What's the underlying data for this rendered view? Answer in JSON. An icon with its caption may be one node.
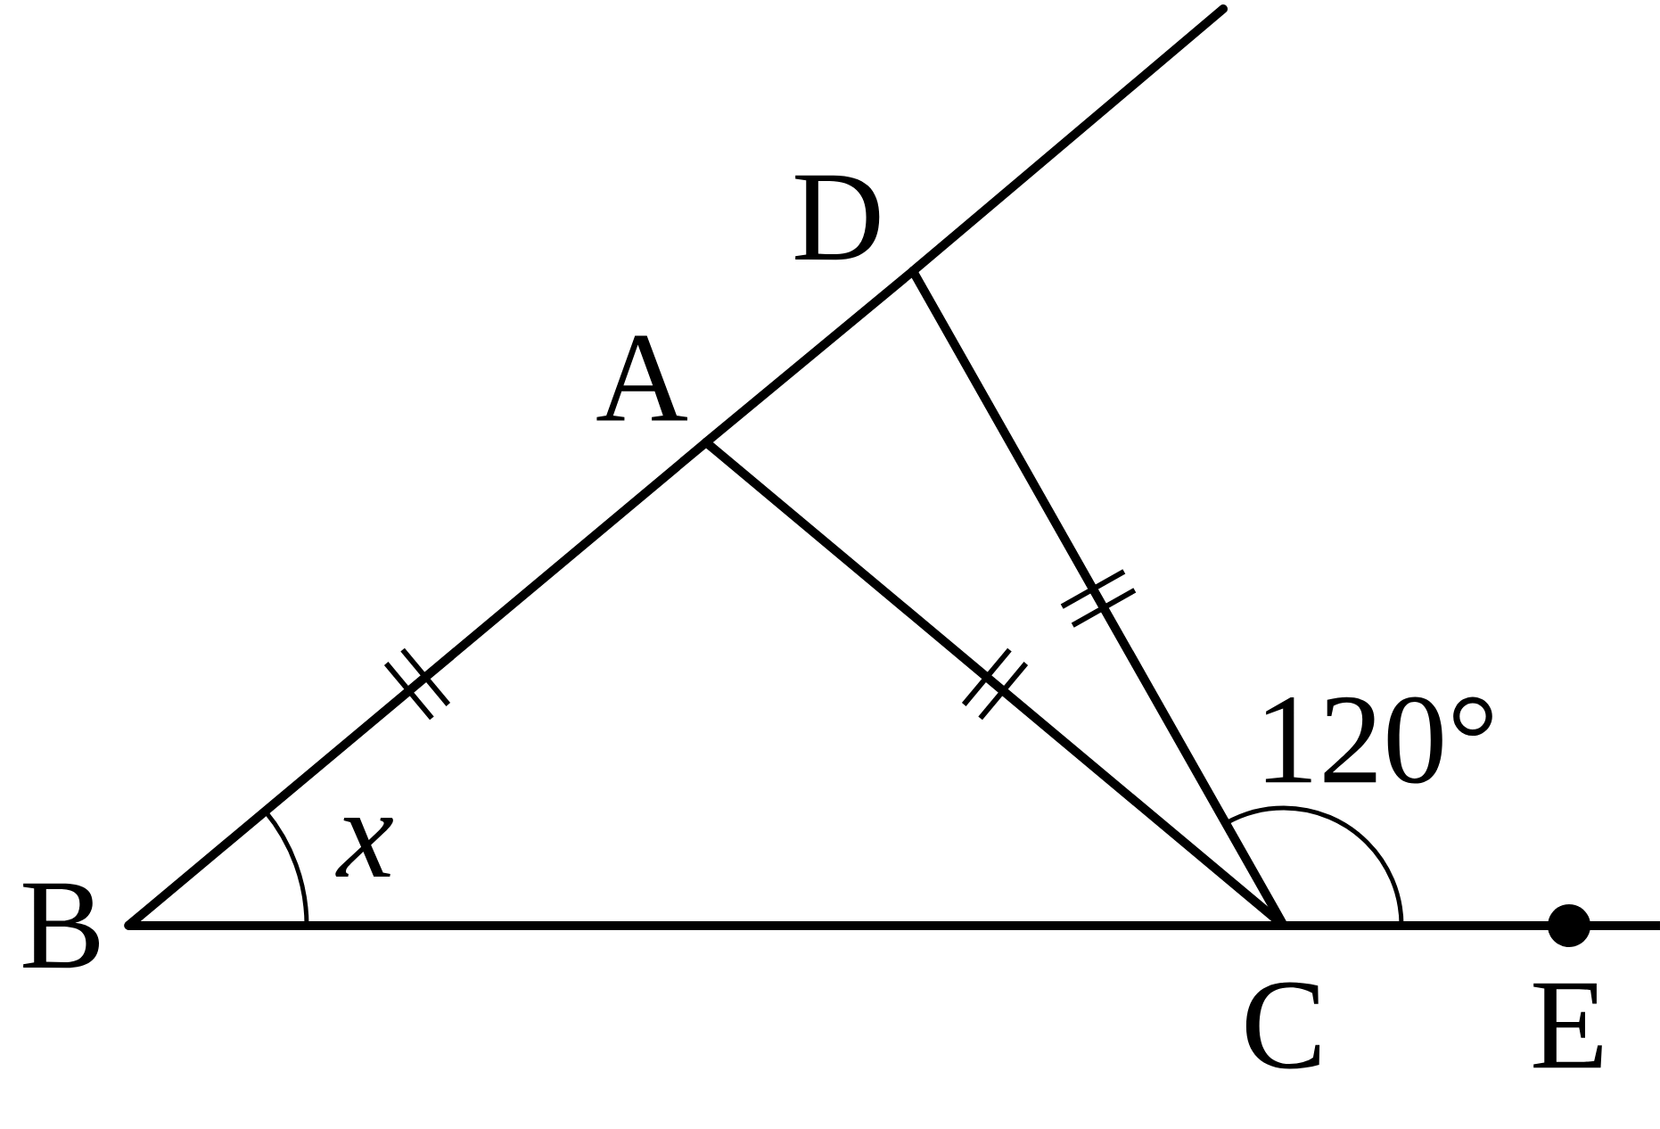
{
  "diagram": {
    "nodes": [
      {
        "text": [
          "B"
        ]
      },
      {
        "text": [
          "A"
        ]
      },
      {
        "text": [
          "D"
        ]
      },
      {
        "text": [
          "C"
        ]
      },
      {
        "text": [
          "E"
        ]
      }
    ],
    "edges": [
      {
        "from": 0,
        "to": 1,
        "arrow": "none"
      },
      {
        "from": 1,
        "to": 2,
        "arrow": "none"
      },
      {
        "from": 2,
        "to": null,
        "arrow": "none"
      },
      {
        "from": 1,
        "to": 3,
        "arrow": "none"
      },
      {
        "from": 2,
        "to": 3,
        "arrow": "none"
      },
      {
        "from": 0,
        "to": 3,
        "arrow": "none"
      },
      {
        "from": 3,
        "to": 4,
        "arrow": "none"
      },
      {
        "from": 4,
        "to": null,
        "arrow": "none"
      }
    ],
    "labels": [
      "x",
      "120°"
    ]
  }
}
